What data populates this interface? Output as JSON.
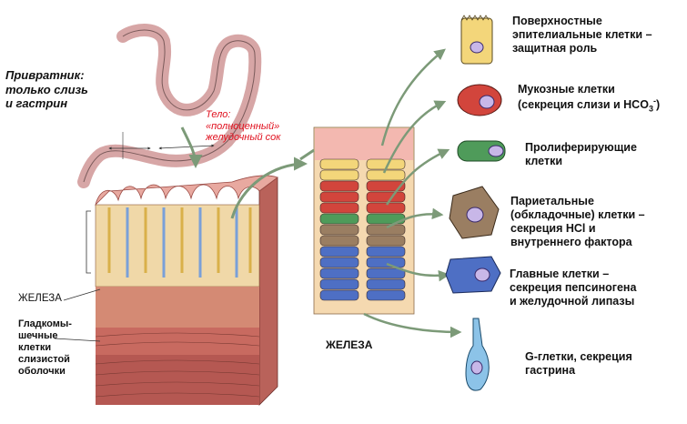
{
  "labels": {
    "pylorus": "Привратник:\nтолько слизь\nи гастрин",
    "body": "Тело:\n«полноценный»\nжелудочный сок",
    "gland_left": "ЖЕЛЕЗА",
    "smooth_muscle": "Гладкомы-\nшечные\nклетки\nслизистой\nоболочки",
    "gland_center": "ЖЕЛЕЗА"
  },
  "cells": [
    {
      "label": "Поверхностные\nэпителиальные клетки –\nзащитная роль"
    },
    {
      "label": "Мукозные клетки\n(секреция слизи и HCO",
      "sub": "3",
      "sup": "-",
      "tail": ")"
    },
    {
      "label": "Пролиферирующие\nклетки"
    },
    {
      "label": "Париетальные\n(обкладочные) клетки –\nсекреция HCl и\nвнутреннего фактора"
    },
    {
      "label": "Главные клетки –\nсекреция пепсиногена\nи желудочной липазы"
    },
    {
      "label": "G-глетки, секреция\nгастрина"
    }
  ],
  "colors": {
    "surface": "#f3d67a",
    "mucous": "#d2453c",
    "proliferating": "#4f9b5a",
    "parietal": "#9a7e62",
    "chief": "#4e6fc4",
    "g_cell": "#8cc3e8",
    "arrow": "#7c9a78",
    "accent_red": "#e0101e"
  }
}
